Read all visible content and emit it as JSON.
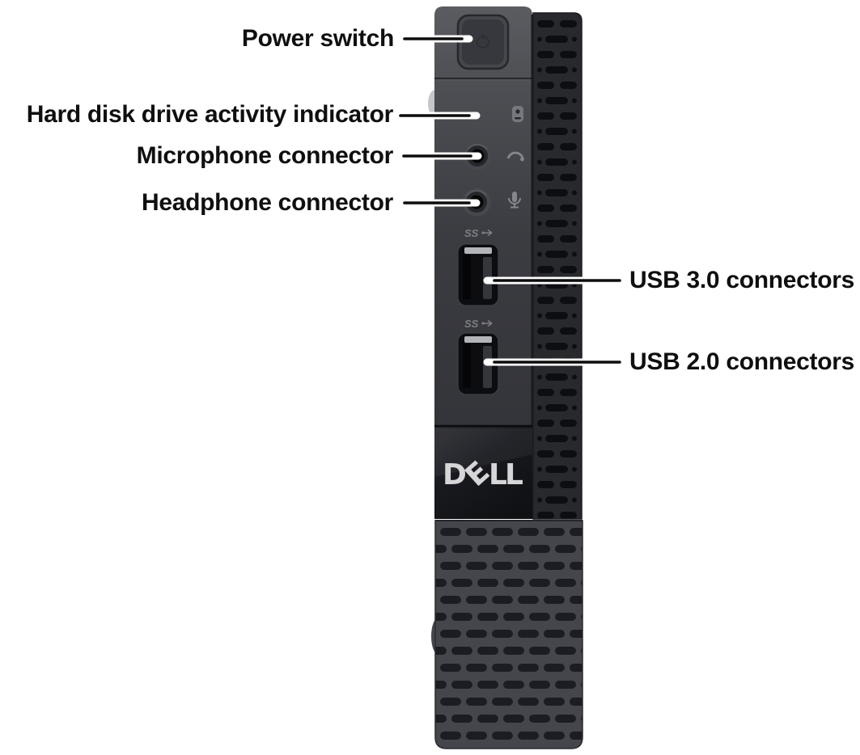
{
  "diagram": {
    "callouts": {
      "power_switch": "Power switch",
      "hdd_indicator": "Hard disk drive activity indicator",
      "microphone_connector": "Microphone connector",
      "headphone_connector": "Headphone connector",
      "usb3_connectors": "USB 3.0 connectors",
      "usb2_connectors": "USB 2.0 connectors"
    }
  },
  "device": {
    "brand": "DELL",
    "brand_letters": [
      "D",
      "E",
      "L",
      "L"
    ],
    "usb_marking": "SS",
    "colors": {
      "chassis_front_light": "#5b5c61",
      "chassis_front_dark": "#303136",
      "vent_panel": "#45464c",
      "vent_hole": "#1c1d22",
      "side_panel": "#28292d",
      "gloss_panel": "#17181c",
      "logo": "#d6d6d8",
      "label_text": "#0f0f10",
      "callout_line": "#0d0d0d",
      "callout_casing": "#ffffff"
    }
  }
}
